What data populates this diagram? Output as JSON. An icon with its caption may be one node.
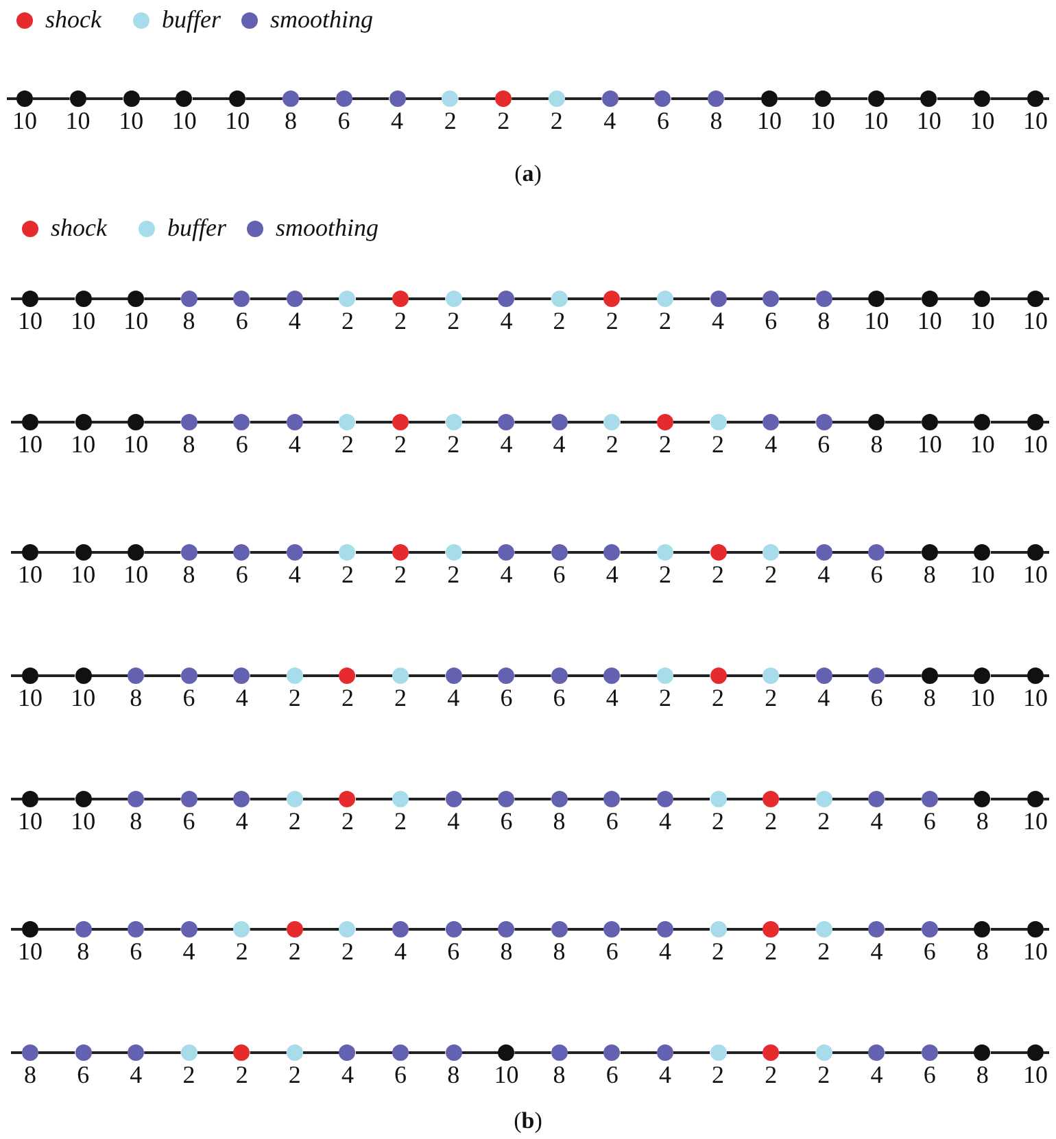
{
  "diagram": {
    "nodes": [
      {
        "text": [],
        "shape": "circle",
        "beside": [
          "10"
        ]
      },
      {
        "text": [],
        "shape": "circle",
        "beside": [
          "10"
        ]
      },
      {
        "text": [],
        "shape": "circle",
        "beside": [
          "10"
        ]
      },
      {
        "text": [],
        "shape": "circle",
        "beside": [
          "10"
        ]
      },
      {
        "text": [],
        "shape": "circle",
        "beside": [
          "10"
        ]
      },
      {
        "text": [],
        "shape": "circle",
        "beside": [
          "8"
        ]
      },
      {
        "text": [],
        "shape": "circle",
        "beside": [
          "6"
        ]
      },
      {
        "text": [],
        "shape": "circle",
        "beside": [
          "4"
        ]
      },
      {
        "text": [],
        "shape": "circle",
        "beside": [
          "2"
        ]
      },
      {
        "text": [],
        "shape": "circle",
        "beside": [
          "2"
        ]
      },
      {
        "text": [],
        "shape": "circle",
        "beside": [
          "2"
        ]
      },
      {
        "text": [],
        "shape": "circle",
        "beside": [
          "4"
        ]
      },
      {
        "text": [],
        "shape": "circle",
        "beside": [
          "6"
        ]
      },
      {
        "text": [],
        "shape": "circle",
        "beside": [
          "8"
        ]
      },
      {
        "text": [],
        "shape": "circle",
        "beside": [
          "10"
        ]
      },
      {
        "text": [],
        "shape": "circle",
        "beside": [
          "10"
        ]
      },
      {
        "text": [],
        "shape": "circle",
        "beside": [
          "10"
        ]
      },
      {
        "text": [],
        "shape": "circle",
        "beside": [
          "10"
        ]
      },
      {
        "text": [],
        "shape": "circle",
        "beside": [
          "10"
        ]
      },
      {
        "text": [],
        "shape": "circle",
        "beside": [
          "10"
        ]
      },
      {
        "text": [],
        "shape": "circle",
        "beside": [
          "10"
        ]
      },
      {
        "text": [],
        "shape": "circle",
        "beside": [
          "10"
        ]
      },
      {
        "text": [],
        "shape": "circle",
        "beside": [
          "10"
        ]
      },
      {
        "text": [],
        "shape": "circle",
        "beside": [
          "8"
        ]
      },
      {
        "text": [],
        "shape": "circle",
        "beside": [
          "6"
        ]
      },
      {
        "text": [],
        "shape": "circle",
        "beside": [
          "4"
        ]
      },
      {
        "text": [],
        "shape": "circle",
        "beside": [
          "2"
        ]
      },
      {
        "text": [],
        "shape": "circle",
        "beside": [
          "2"
        ]
      },
      {
        "text": [],
        "shape": "circle",
        "beside": [
          "2"
        ]
      },
      {
        "text": [],
        "shape": "circle",
        "beside": [
          "4"
        ]
      },
      {
        "text": [],
        "shape": "circle",
        "beside": [
          "2"
        ]
      },
      {
        "text": [],
        "shape": "circle",
        "beside": [
          "2"
        ]
      },
      {
        "text": [],
        "shape": "circle",
        "beside": [
          "2"
        ]
      },
      {
        "text": [],
        "shape": "circle",
        "beside": [
          "4"
        ]
      },
      {
        "text": [],
        "shape": "circle",
        "beside": [
          "6"
        ]
      },
      {
        "text": [],
        "shape": "circle",
        "beside": [
          "8"
        ]
      },
      {
        "text": [],
        "shape": "circle",
        "beside": [
          "10"
        ]
      },
      {
        "text": [],
        "shape": "circle",
        "beside": [
          "10"
        ]
      },
      {
        "text": [],
        "shape": "circle",
        "beside": [
          "10"
        ]
      },
      {
        "text": [],
        "shape": "circle",
        "beside": [
          "10"
        ]
      },
      {
        "text": [],
        "shape": "circle",
        "beside": [
          "10"
        ]
      },
      {
        "text": [],
        "shape": "circle",
        "beside": [
          "10"
        ]
      },
      {
        "text": [],
        "shape": "circle",
        "beside": [
          "10"
        ]
      },
      {
        "text": [],
        "shape": "circle",
        "beside": [
          "8"
        ]
      },
      {
        "text": [],
        "shape": "circle",
        "beside": [
          "6"
        ]
      },
      {
        "text": [],
        "shape": "circle",
        "beside": [
          "4"
        ]
      },
      {
        "text": [],
        "shape": "circle",
        "beside": [
          "2"
        ]
      },
      {
        "text": [],
        "shape": "circle",
        "beside": [
          "2"
        ]
      },
      {
        "text": [],
        "shape": "circle",
        "beside": [
          "2"
        ]
      },
      {
        "text": [],
        "shape": "circle",
        "beside": [
          "4"
        ]
      },
      {
        "text": [],
        "shape": "circle",
        "beside": [
          "4"
        ]
      },
      {
        "text": [],
        "shape": "circle",
        "beside": [
          "2"
        ]
      },
      {
        "text": [],
        "shape": "circle",
        "beside": [
          "2"
        ]
      },
      {
        "text": [],
        "shape": "circle",
        "beside": [
          "2"
        ]
      },
      {
        "text": [],
        "shape": "circle",
        "beside": [
          "4"
        ]
      },
      {
        "text": [],
        "shape": "circle",
        "beside": [
          "6"
        ]
      },
      {
        "text": [],
        "shape": "circle",
        "beside": [
          "8"
        ]
      },
      {
        "text": [],
        "shape": "circle",
        "beside": [
          "10"
        ]
      },
      {
        "text": [],
        "shape": "circle",
        "beside": [
          "10"
        ]
      },
      {
        "text": [],
        "shape": "circle",
        "beside": [
          "10"
        ]
      },
      {
        "text": [],
        "shape": "circle",
        "beside": [
          "10"
        ]
      },
      {
        "text": [],
        "shape": "circle",
        "beside": [
          "10"
        ]
      },
      {
        "text": [],
        "shape": "circle",
        "beside": [
          "10"
        ]
      },
      {
        "text": [],
        "shape": "circle",
        "beside": [
          "8"
        ]
      },
      {
        "text": [],
        "shape": "circle",
        "beside": [
          "6"
        ]
      },
      {
        "text": [],
        "shape": "circle",
        "beside": [
          "4"
        ]
      },
      {
        "text": [],
        "shape": "circle",
        "beside": [
          "2"
        ]
      },
      {
        "text": [],
        "shape": "circle",
        "beside": [
          "2"
        ]
      },
      {
        "text": [],
        "shape": "circle",
        "beside": [
          "2"
        ]
      },
      {
        "text": [],
        "shape": "circle",
        "beside": [
          "4"
        ]
      },
      {
        "text": [],
        "shape": "circle",
        "beside": [
          "6"
        ]
      },
      {
        "text": [],
        "shape": "circle",
        "beside": [
          "4"
        ]
      },
      {
        "text": [],
        "shape": "circle",
        "beside": [
          "2"
        ]
      },
      {
        "text": [],
        "shape": "circle",
        "beside": [
          "2"
        ]
      },
      {
        "text": [],
        "shape": "circle",
        "beside": [
          "2"
        ]
      },
      {
        "text": [],
        "shape": "circle",
        "beside": [
          "4"
        ]
      },
      {
        "text": [],
        "shape": "circle",
        "beside": [
          "6"
        ]
      },
      {
        "text": [],
        "shape": "circle",
        "beside": [
          "8"
        ]
      },
      {
        "text": [],
        "shape": "circle",
        "beside": [
          "10"
        ]
      },
      {
        "text": [],
        "shape": "circle",
        "beside": [
          "10"
        ]
      },
      {
        "text": [],
        "shape": "circle",
        "beside": [
          "10"
        ]
      },
      {
        "text": [],
        "shape": "circle",
        "beside": [
          "10"
        ]
      },
      {
        "text": [],
        "shape": "circle",
        "beside": [
          "8"
        ]
      },
      {
        "text": [],
        "shape": "circle",
        "beside": [
          "6"
        ]
      },
      {
        "text": [],
        "shape": "circle",
        "beside": [
          "4"
        ]
      },
      {
        "text": [],
        "shape": "circle",
        "beside": [
          "2"
        ]
      },
      {
        "text": [],
        "shape": "circle",
        "beside": [
          "2"
        ]
      },
      {
        "text": [],
        "shape": "circle",
        "beside": [
          "2"
        ]
      },
      {
        "text": [],
        "shape": "circle",
        "beside": [
          "4"
        ]
      },
      {
        "text": [],
        "shape": "circle",
        "beside": [
          "6"
        ]
      },
      {
        "text": [],
        "shape": "circle",
        "beside": [
          "6"
        ]
      },
      {
        "text": [],
        "shape": "circle",
        "beside": [
          "4"
        ]
      },
      {
        "text": [],
        "shape": "circle",
        "beside": [
          "2"
        ]
      },
      {
        "text": [],
        "shape": "circle",
        "beside": [
          "2"
        ]
      },
      {
        "text": [],
        "shape": "circle",
        "beside": [
          "2"
        ]
      },
      {
        "text": [],
        "shape": "circle",
        "beside": [
          "4"
        ]
      },
      {
        "text": [],
        "shape": "circle",
        "beside": [
          "6"
        ]
      },
      {
        "text": [],
        "shape": "circle",
        "beside": [
          "8"
        ]
      },
      {
        "text": [],
        "shape": "circle",
        "beside": [
          "10"
        ]
      },
      {
        "text": [],
        "shape": "circle",
        "beside": [
          "10"
        ]
      },
      {
        "text": [],
        "shape": "circle",
        "beside": [
          "10"
        ]
      },
      {
        "text": [],
        "shape": "circle",
        "beside": [
          "10"
        ]
      },
      {
        "text": [],
        "shape": "circle",
        "beside": [
          "8"
        ]
      },
      {
        "text": [],
        "shape": "circle",
        "beside": [
          "6"
        ]
      },
      {
        "text": [],
        "shape": "circle",
        "beside": [
          "4"
        ]
      },
      {
        "text": [],
        "shape": "circle",
        "beside": [
          "2"
        ]
      },
      {
        "text": [],
        "shape": "circle",
        "beside": [
          "2"
        ]
      },
      {
        "text": [],
        "shape": "circle",
        "beside": [
          "2"
        ]
      },
      {
        "text": [],
        "shape": "circle",
        "beside": [
          "4"
        ]
      },
      {
        "text": [],
        "shape": "circle",
        "beside": [
          "6"
        ]
      },
      {
        "text": [],
        "shape": "circle",
        "beside": [
          "8"
        ]
      },
      {
        "text": [],
        "shape": "circle",
        "beside": [
          "6"
        ]
      },
      {
        "text": [],
        "shape": "circle",
        "beside": [
          "4"
        ]
      },
      {
        "text": [],
        "shape": "circle",
        "beside": [
          "2"
        ]
      },
      {
        "text": [],
        "shape": "circle",
        "beside": [
          "2"
        ]
      },
      {
        "text": [],
        "shape": "circle",
        "beside": [
          "2"
        ]
      },
      {
        "text": [],
        "shape": "circle",
        "beside": [
          "4"
        ]
      },
      {
        "text": [],
        "shape": "circle",
        "beside": [
          "6"
        ]
      },
      {
        "text": [],
        "shape": "circle",
        "beside": [
          "8"
        ]
      },
      {
        "text": [],
        "shape": "circle",
        "beside": [
          "10"
        ]
      },
      {
        "text": [],
        "shape": "circle",
        "beside": [
          "10"
        ]
      },
      {
        "text": [],
        "shape": "circle",
        "beside": [
          "8"
        ]
      },
      {
        "text": [],
        "shape": "circle",
        "beside": [
          "6"
        ]
      },
      {
        "text": [],
        "shape": "circle",
        "beside": [
          "4"
        ]
      },
      {
        "text": [],
        "shape": "circle",
        "beside": [
          "2"
        ]
      },
      {
        "text": [],
        "shape": "circle",
        "beside": [
          "2"
        ]
      },
      {
        "text": [],
        "shape": "circle",
        "beside": [
          "2"
        ]
      },
      {
        "text": [],
        "shape": "circle",
        "beside": [
          "4"
        ]
      },
      {
        "text": [],
        "shape": "circle",
        "beside": [
          "6"
        ]
      },
      {
        "text": [],
        "shape": "circle",
        "beside": [
          "8"
        ]
      },
      {
        "text": [],
        "shape": "circle",
        "beside": [
          "8"
        ]
      },
      {
        "text": [],
        "shape": "circle",
        "beside": [
          "6"
        ]
      },
      {
        "text": [],
        "shape": "circle",
        "beside": [
          "4"
        ]
      },
      {
        "text": [],
        "shape": "circle",
        "beside": [
          "2"
        ]
      },
      {
        "text": [],
        "shape": "circle",
        "beside": [
          "2"
        ]
      },
      {
        "text": [],
        "shape": "circle",
        "beside": [
          "2"
        ]
      },
      {
        "text": [],
        "shape": "circle",
        "beside": [
          "4"
        ]
      },
      {
        "text": [],
        "shape": "circle",
        "beside": [
          "6"
        ]
      },
      {
        "text": [],
        "shape": "circle",
        "beside": [
          "8"
        ]
      },
      {
        "text": [],
        "shape": "circle",
        "beside": [
          "10"
        ]
      },
      {
        "text": [],
        "shape": "circle",
        "beside": [
          "8"
        ]
      },
      {
        "text": [],
        "shape": "circle",
        "beside": [
          "6"
        ]
      },
      {
        "text": [],
        "shape": "circle",
        "beside": [
          "4"
        ]
      },
      {
        "text": [],
        "shape": "circle",
        "beside": [
          "2"
        ]
      },
      {
        "text": [],
        "shape": "circle",
        "beside": [
          "2"
        ]
      },
      {
        "text": [],
        "shape": "circle",
        "beside": [
          "2"
        ]
      },
      {
        "text": [],
        "shape": "circle",
        "beside": [
          "4"
        ]
      },
      {
        "text": [],
        "shape": "circle",
        "beside": [
          "6"
        ]
      },
      {
        "text": [],
        "shape": "circle",
        "beside": [
          "8"
        ]
      },
      {
        "text": [],
        "shape": "circle",
        "beside": [
          "10"
        ]
      },
      {
        "text": [],
        "shape": "circle",
        "beside": [
          "8"
        ]
      },
      {
        "text": [],
        "shape": "circle",
        "beside": [
          "6"
        ]
      },
      {
        "text": [],
        "shape": "circle",
        "beside": [
          "4"
        ]
      },
      {
        "text": [],
        "shape": "circle",
        "beside": [
          "2"
        ]
      },
      {
        "text": [],
        "shape": "circle",
        "beside": [
          "2"
        ]
      },
      {
        "text": [],
        "shape": "circle",
        "beside": [
          "2"
        ]
      },
      {
        "text": [],
        "shape": "circle",
        "beside": [
          "4"
        ]
      },
      {
        "text": [],
        "shape": "circle",
        "beside": [
          "6"
        ]
      },
      {
        "text": [],
        "shape": "circle",
        "beside": [
          "8"
        ]
      },
      {
        "text": [],
        "shape": "circle",
        "beside": [
          "10"
        ]
      }
    ],
    "edges": [
      {
        "from": 0,
        "to": 1,
        "arrow": "none"
      },
      {
        "from": 1,
        "to": 2,
        "arrow": "none"
      },
      {
        "from": 2,
        "to": 3,
        "arrow": "none"
      },
      {
        "from": 3,
        "to": 4,
        "arrow": "none"
      },
      {
        "from": 4,
        "to": 5,
        "arrow": "none"
      },
      {
        "from": 5,
        "to": 6,
        "arrow": "none"
      },
      {
        "from": 6,
        "to": 7,
        "arrow": "none"
      },
      {
        "from": 7,
        "to": 8,
        "arrow": "none"
      },
      {
        "from": 8,
        "to": 9,
        "arrow": "none"
      },
      {
        "from": 9,
        "to": 10,
        "arrow": "none"
      },
      {
        "from": 10,
        "to": 11,
        "arrow": "none"
      },
      {
        "from": 11,
        "to": 12,
        "arrow": "none"
      },
      {
        "from": 12,
        "to": 13,
        "arrow": "none"
      },
      {
        "from": 13,
        "to": 14,
        "arrow": "none"
      },
      {
        "from": 14,
        "to": 15,
        "arrow": "none"
      },
      {
        "from": 15,
        "to": 16,
        "arrow": "none"
      },
      {
        "from": 16,
        "to": 17,
        "arrow": "none"
      },
      {
        "from": 17,
        "to": 18,
        "arrow": "none"
      },
      {
        "from": 18,
        "to": 19,
        "arrow": "none"
      },
      {
        "from": 20,
        "to": 21,
        "arrow": "none"
      },
      {
        "from": 21,
        "to": 22,
        "arrow": "none"
      },
      {
        "from": 22,
        "to": 23,
        "arrow": "none"
      },
      {
        "from": 23,
        "to": 24,
        "arrow": "none"
      },
      {
        "from": 24,
        "to": 25,
        "arrow": "none"
      },
      {
        "from": 25,
        "to": 26,
        "arrow": "none"
      },
      {
        "from": 26,
        "to": 27,
        "arrow": "none"
      },
      {
        "from": 27,
        "to": 28,
        "arrow": "none"
      },
      {
        "from": 28,
        "to": 29,
        "arrow": "none"
      },
      {
        "from": 29,
        "to": 30,
        "arrow": "none"
      },
      {
        "from": 30,
        "to": 31,
        "arrow": "none"
      },
      {
        "from": 31,
        "to": 32,
        "arrow": "none"
      },
      {
        "from": 32,
        "to": 33,
        "arrow": "none"
      },
      {
        "from": 33,
        "to": 34,
        "arrow": "none"
      },
      {
        "from": 34,
        "to": 35,
        "arrow": "none"
      },
      {
        "from": 35,
        "to": 36,
        "arrow": "none"
      },
      {
        "from": 36,
        "to": 37,
        "arrow": "none"
      },
      {
        "from": 37,
        "to": 38,
        "arrow": "none"
      },
      {
        "from": 38,
        "to": 39,
        "arrow": "none"
      },
      {
        "from": 40,
        "to": 41,
        "arrow": "none"
      },
      {
        "from": 41,
        "to": 42,
        "arrow": "none"
      },
      {
        "from": 42,
        "to": 43,
        "arrow": "none"
      },
      {
        "from": 43,
        "to": 44,
        "arrow": "none"
      },
      {
        "from": 44,
        "to": 45,
        "arrow": "none"
      },
      {
        "from": 45,
        "to": 46,
        "arrow": "none"
      },
      {
        "from": 46,
        "to": 47,
        "arrow": "none"
      },
      {
        "from": 47,
        "to": 48,
        "arrow": "none"
      },
      {
        "from": 48,
        "to": 49,
        "arrow": "none"
      },
      {
        "from": 49,
        "to": 50,
        "arrow": "none"
      },
      {
        "from": 50,
        "to": 51,
        "arrow": "none"
      },
      {
        "from": 51,
        "to": 52,
        "arrow": "none"
      },
      {
        "from": 52,
        "to": 53,
        "arrow": "none"
      },
      {
        "from": 53,
        "to": 54,
        "arrow": "none"
      },
      {
        "from": 54,
        "to": 55,
        "arrow": "none"
      },
      {
        "from": 55,
        "to": 56,
        "arrow": "none"
      },
      {
        "from": 56,
        "to": 57,
        "arrow": "none"
      },
      {
        "from": 57,
        "to": 58,
        "arrow": "none"
      },
      {
        "from": 58,
        "to": 59,
        "arrow": "none"
      },
      {
        "from": 60,
        "to": 61,
        "arrow": "none"
      },
      {
        "from": 61,
        "to": 62,
        "arrow": "none"
      },
      {
        "from": 62,
        "to": 63,
        "arrow": "none"
      },
      {
        "from": 63,
        "to": 64,
        "arrow": "none"
      },
      {
        "from": 64,
        "to": 65,
        "arrow": "none"
      },
      {
        "from": 65,
        "to": 66,
        "arrow": "none"
      },
      {
        "from": 66,
        "to": 67,
        "arrow": "none"
      },
      {
        "from": 67,
        "to": 68,
        "arrow": "none"
      },
      {
        "from": 68,
        "to": 69,
        "arrow": "none"
      },
      {
        "from": 69,
        "to": 70,
        "arrow": "none"
      },
      {
        "from": 70,
        "to": 71,
        "arrow": "none"
      },
      {
        "from": 71,
        "to": 72,
        "arrow": "none"
      },
      {
        "from": 72,
        "to": 73,
        "arrow": "none"
      },
      {
        "from": 73,
        "to": 74,
        "arrow": "none"
      },
      {
        "from": 74,
        "to": 75,
        "arrow": "none"
      },
      {
        "from": 75,
        "to": 76,
        "arrow": "none"
      },
      {
        "from": 76,
        "to": 77,
        "arrow": "none"
      },
      {
        "from": 77,
        "to": 78,
        "arrow": "none"
      },
      {
        "from": 78,
        "to": 79,
        "arrow": "none"
      },
      {
        "from": 80,
        "to": 81,
        "arrow": "none"
      },
      {
        "from": 81,
        "to": 82,
        "arrow": "none"
      },
      {
        "from": 82,
        "to": 83,
        "arrow": "none"
      },
      {
        "from": 83,
        "to": 84,
        "arrow": "none"
      },
      {
        "from": 84,
        "to": 85,
        "arrow": "none"
      },
      {
        "from": 85,
        "to": 86,
        "arrow": "none"
      },
      {
        "from": 86,
        "to": 87,
        "arrow": "none"
      },
      {
        "from": 87,
        "to": 88,
        "arrow": "none"
      },
      {
        "from": 88,
        "to": 89,
        "arrow": "none"
      },
      {
        "from": 89,
        "to": 90,
        "arrow": "none"
      },
      {
        "from": 90,
        "to": 91,
        "arrow": "none"
      },
      {
        "from": 91,
        "to": 92,
        "arrow": "none"
      },
      {
        "from": 92,
        "to": 93,
        "arrow": "none"
      },
      {
        "from": 93,
        "to": 94,
        "arrow": "none"
      },
      {
        "from": 94,
        "to": 95,
        "arrow": "none"
      },
      {
        "from": 95,
        "to": 96,
        "arrow": "none"
      },
      {
        "from": 96,
        "to": 97,
        "arrow": "none"
      },
      {
        "from": 97,
        "to": 98,
        "arrow": "none"
      },
      {
        "from": 98,
        "to": 99,
        "arrow": "none"
      },
      {
        "from": 100,
        "to": 101,
        "arrow": "none"
      },
      {
        "from": 101,
        "to": 102,
        "arrow": "none"
      },
      {
        "from": 102,
        "to": 103,
        "arrow": "none"
      },
      {
        "from": 103,
        "to": 104,
        "arrow": "none"
      },
      {
        "from": 104,
        "to": 105,
        "arrow": "none"
      },
      {
        "from": 105,
        "to": 106,
        "arrow": "none"
      },
      {
        "from": 106,
        "to": 107,
        "arrow": "none"
      },
      {
        "from": 107,
        "to": 108,
        "arrow": "none"
      },
      {
        "from": 108,
        "to": 109,
        "arrow": "none"
      },
      {
        "from": 109,
        "to": 110,
        "arrow": "none"
      },
      {
        "from": 110,
        "to": 111,
        "arrow": "none"
      },
      {
        "from": 111,
        "to": 112,
        "arrow": "none"
      },
      {
        "from": 112,
        "to": 113,
        "arrow": "none"
      },
      {
        "from": 113,
        "to": 114,
        "arrow": "none"
      },
      {
        "from": 114,
        "to": 115,
        "arrow": "none"
      },
      {
        "from": 115,
        "to": 116,
        "arrow": "none"
      },
      {
        "from": 116,
        "to": 117,
        "arrow": "none"
      },
      {
        "from": 117,
        "to": 118,
        "arrow": "none"
      },
      {
        "from": 118,
        "to": 119,
        "arrow": "none"
      },
      {
        "from": 120,
        "to": 121,
        "arrow": "none"
      },
      {
        "from": 121,
        "to": 122,
        "arrow": "none"
      },
      {
        "from": 122,
        "to": 123,
        "arrow": "none"
      },
      {
        "from": 123,
        "to": 124,
        "arrow": "none"
      },
      {
        "from": 124,
        "to": 125,
        "arrow": "none"
      },
      {
        "from": 125,
        "to": 126,
        "arrow": "none"
      },
      {
        "from": 126,
        "to": 127,
        "arrow": "none"
      },
      {
        "from": 127,
        "to": 128,
        "arrow": "none"
      },
      {
        "from": 128,
        "to": 129,
        "arrow": "none"
      },
      {
        "from": 129,
        "to": 130,
        "arrow": "none"
      },
      {
        "from": 130,
        "to": 131,
        "arrow": "none"
      },
      {
        "from": 131,
        "to": 132,
        "arrow": "none"
      },
      {
        "from": 132,
        "to": 133,
        "arrow": "none"
      },
      {
        "from": 133,
        "to": 134,
        "arrow": "none"
      },
      {
        "from": 134,
        "to": 135,
        "arrow": "none"
      },
      {
        "from": 135,
        "to": 136,
        "arrow": "none"
      },
      {
        "from": 136,
        "to": 137,
        "arrow": "none"
      },
      {
        "from": 137,
        "to": 138,
        "arrow": "none"
      },
      {
        "from": 138,
        "to": 139,
        "arrow": "none"
      },
      {
        "from": 140,
        "to": 141,
        "arrow": "none"
      },
      {
        "from": 141,
        "to": 142,
        "arrow": "none"
      },
      {
        "from": 142,
        "to": 143,
        "arrow": "none"
      },
      {
        "from": 143,
        "to": 144,
        "arrow": "none"
      },
      {
        "from": 144,
        "to": 145,
        "arrow": "none"
      },
      {
        "from": 145,
        "to": 146,
        "arrow": "none"
      },
      {
        "from": 146,
        "to": 147,
        "arrow": "none"
      },
      {
        "from": 147,
        "to": 148,
        "arrow": "none"
      },
      {
        "from": 148,
        "to": 149,
        "arrow": "none"
      },
      {
        "from": 149,
        "to": 150,
        "arrow": "none"
      },
      {
        "from": 150,
        "to": 151,
        "arrow": "none"
      },
      {
        "from": 151,
        "to": 152,
        "arrow": "none"
      },
      {
        "from": 152,
        "to": 153,
        "arrow": "none"
      },
      {
        "from": 153,
        "to": 154,
        "arrow": "none"
      },
      {
        "from": 154,
        "to": 155,
        "arrow": "none"
      },
      {
        "from": 155,
        "to": 156,
        "arrow": "none"
      },
      {
        "from": 156,
        "to": 157,
        "arrow": "none"
      },
      {
        "from": 157,
        "to": 158,
        "arrow": "none"
      },
      {
        "from": 158,
        "to": 159,
        "arrow": "none"
      }
    ],
    "labels": [
      "(**a**)",
      "(**b**)"
    ],
    "legend": [
      {
        "text": "shock",
        "color": "#e62b2e"
      },
      {
        "text": "buffer",
        "color": "#a8dcea"
      },
      {
        "text": "smoothing",
        "color": "#6462b0"
      },
      {
        "text": "shock",
        "color": "#e62b2e"
      },
      {
        "text": "buffer",
        "color": "#a8dcea"
      },
      {
        "text": "smoothing",
        "color": "#6462b0"
      }
    ]
  }
}
